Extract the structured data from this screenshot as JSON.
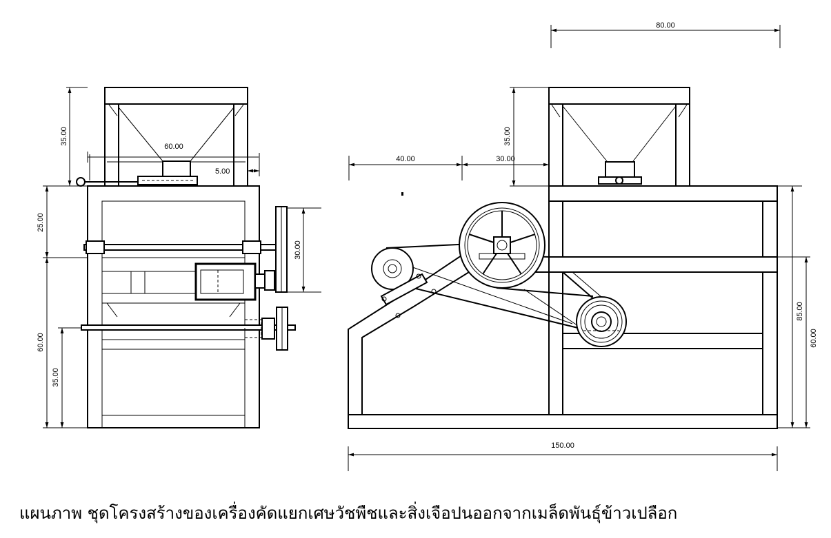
{
  "caption": "แผนภาพ ชุดโครงสร้างของเครื่องคัดแยกเศษวัชพืชและสิ่งเจือปนออกจากเมล็ดพันธุ์ข้าวเปลือก",
  "dimensions": {
    "front_view": {
      "hopper_height": "35.00",
      "hopper_width": "60.00",
      "outlet_offset": "5.00",
      "upper_frame": "25.00",
      "lower_frame": "60.00",
      "shaft_height": "35.00",
      "pulley_span": "30.00"
    },
    "side_view": {
      "top_width": "80.00",
      "hopper_height": "35.00",
      "left_span": "40.00",
      "mid_span": "30.00",
      "total_height": "85.00",
      "frame_height": "60.00",
      "total_length": "150.00"
    }
  }
}
